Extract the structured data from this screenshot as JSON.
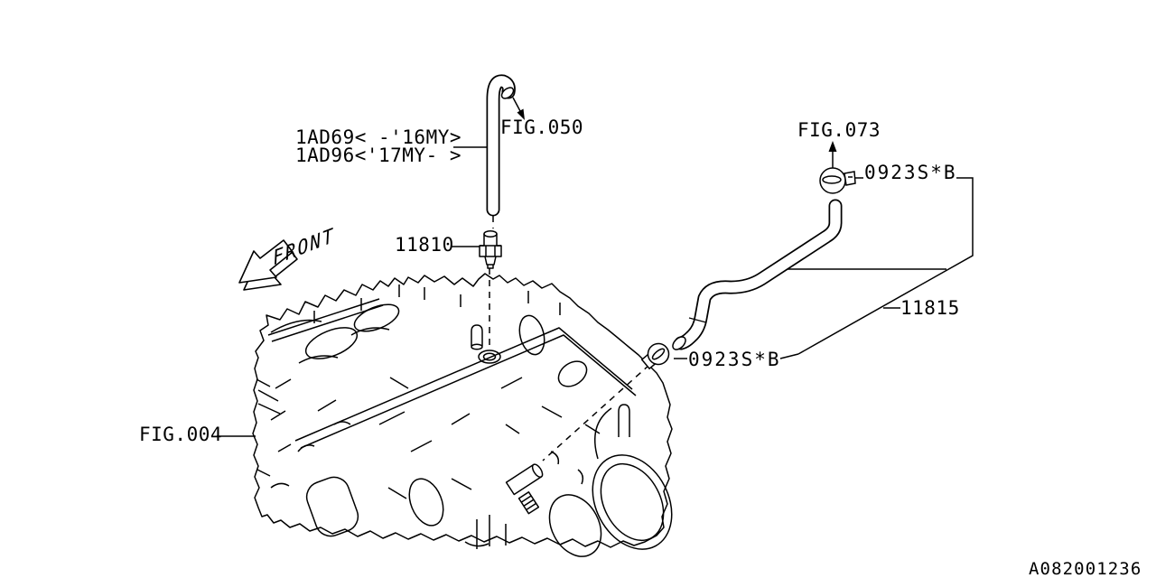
{
  "diagram": {
    "front_label": "FRONT",
    "drawing_number": "A082001236",
    "colors": {
      "line": "#000000",
      "background": "#ffffff"
    },
    "callouts": {
      "hose_variant_line1": "1AD69< -'16MY>",
      "hose_variant_line2": "1AD96<'17MY- >",
      "fig_050": "FIG.050",
      "fig_073": "FIG.073",
      "fig_004": "FIG.004",
      "pcv_valve": "11810",
      "pcv_hose": "11815",
      "clamp_top": "0923S*B",
      "clamp_bottom": "0923S*B"
    }
  }
}
